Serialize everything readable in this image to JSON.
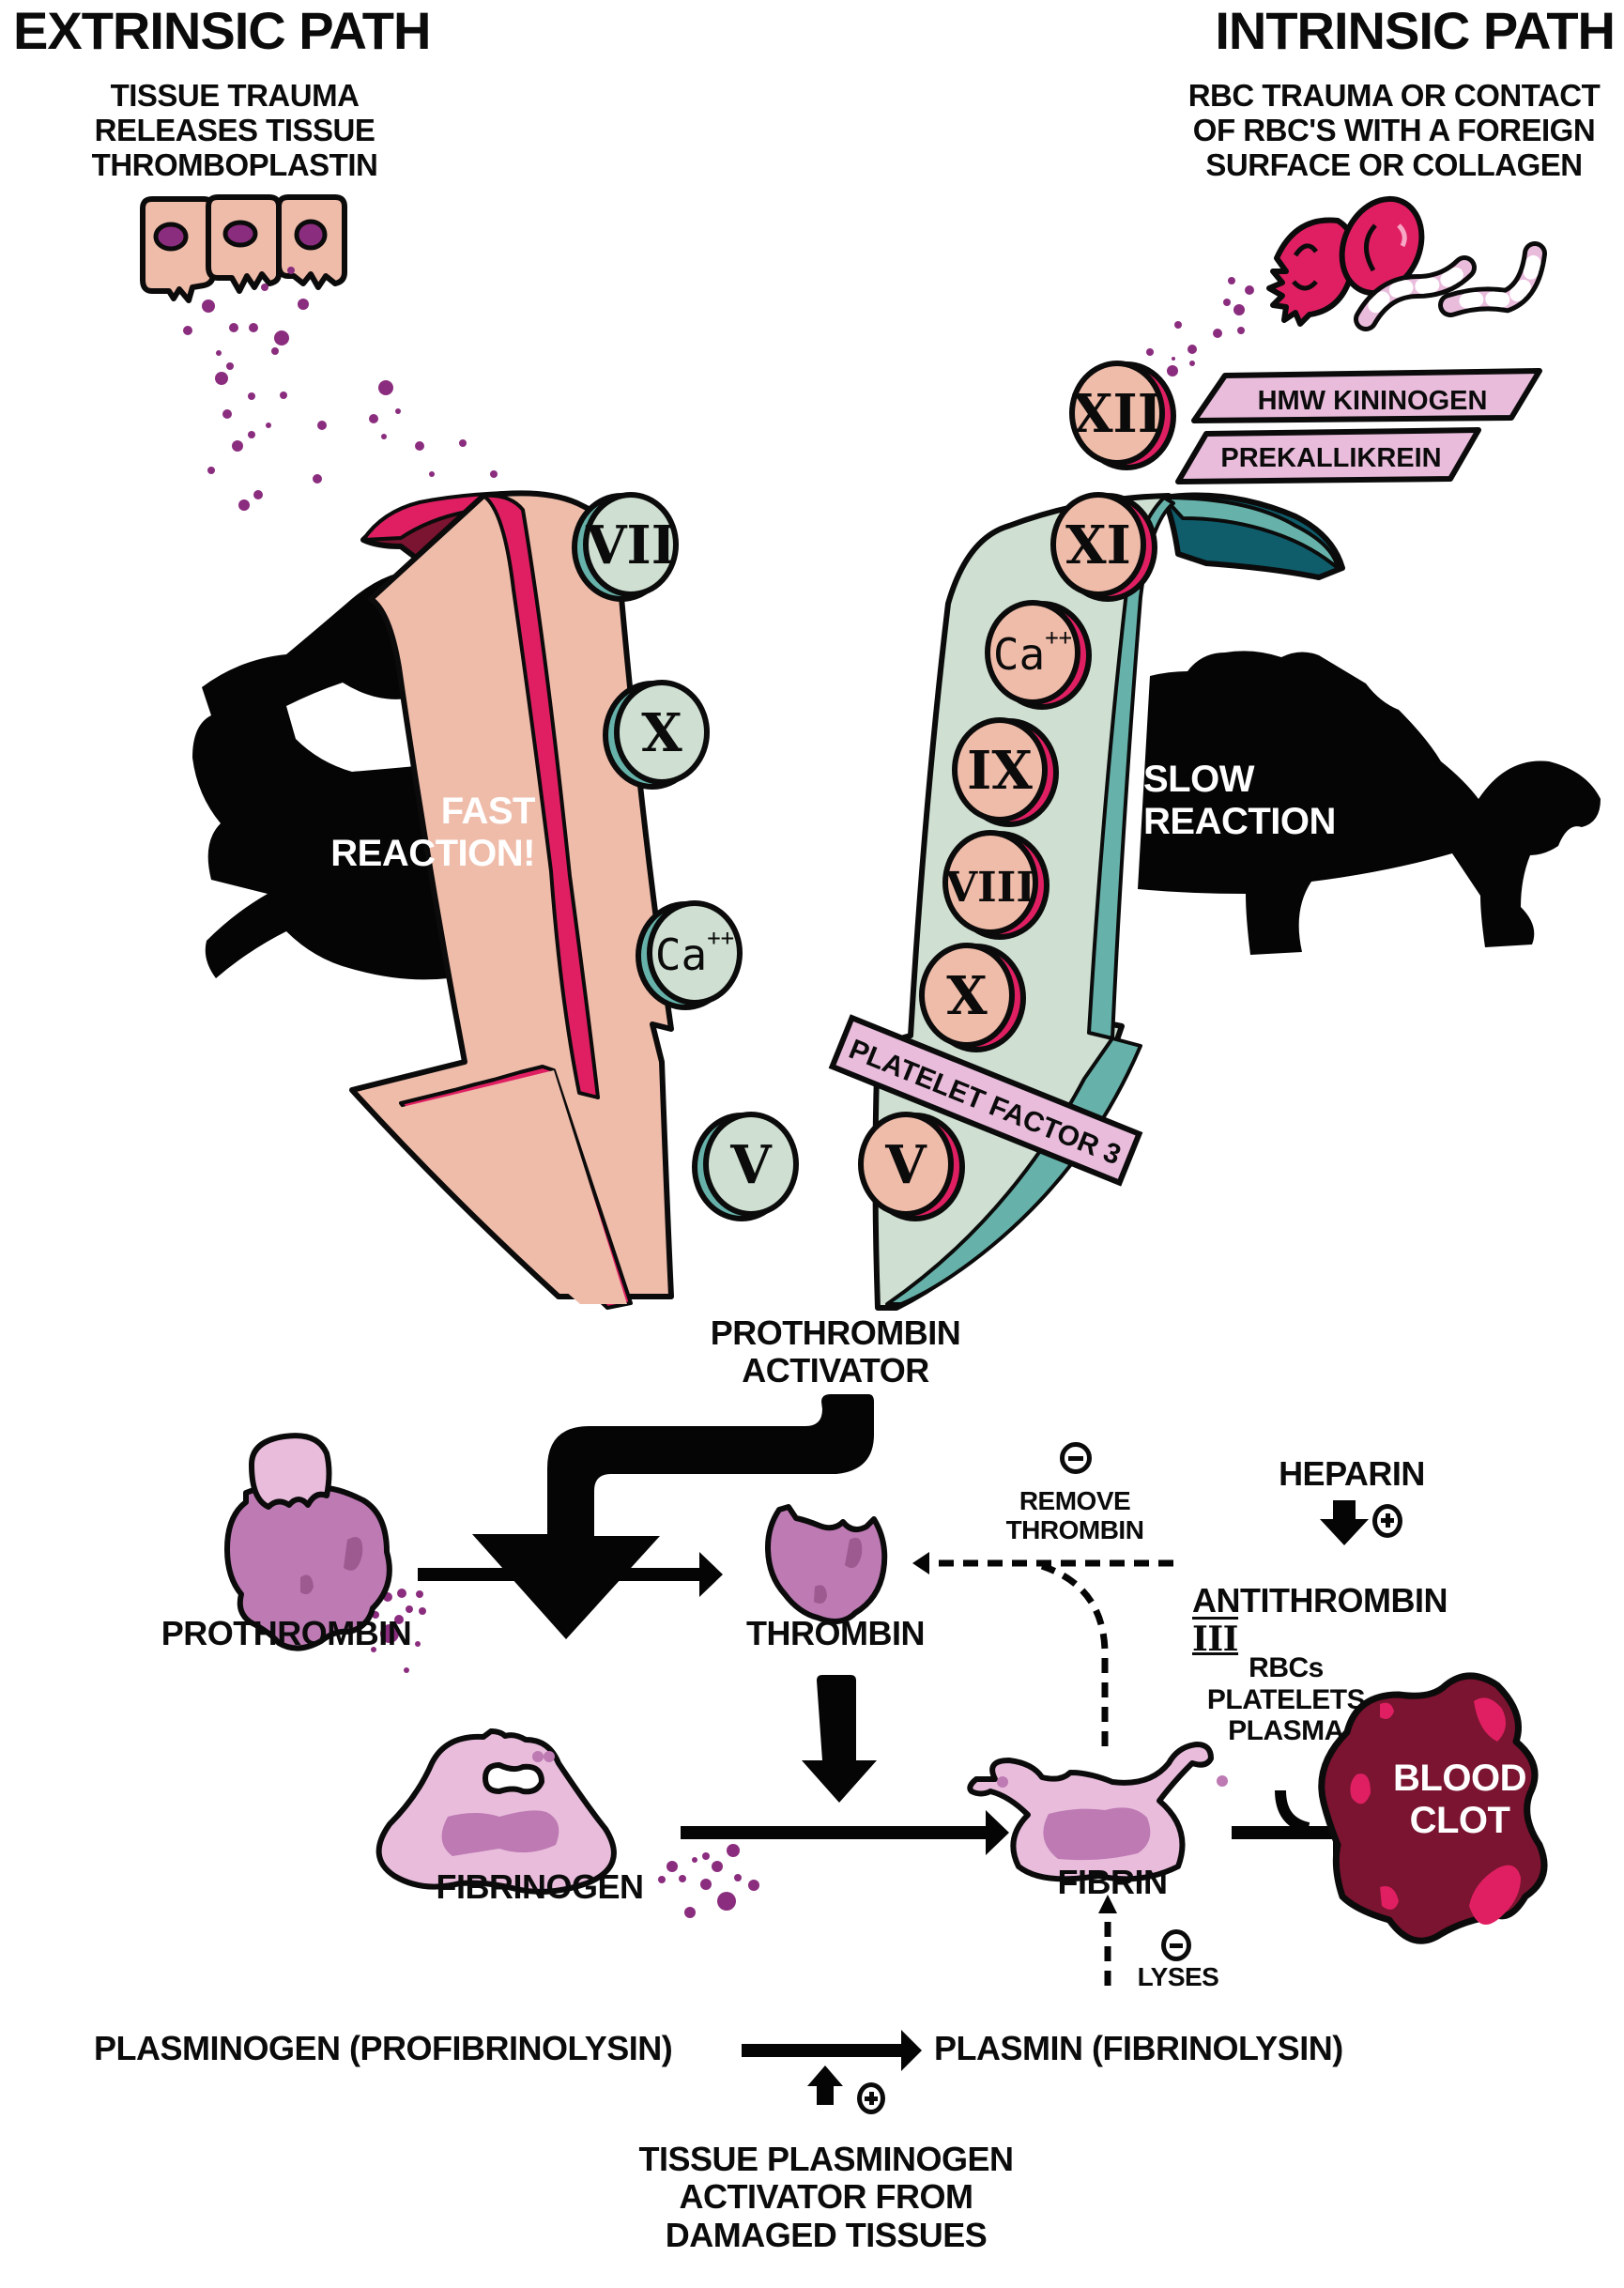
{
  "extrinsic": {
    "title": "EXTRINSIC PATH",
    "description": "TISSUE TRAUMA\nRELEASES TISSUE\nTHROMBOPLASTIN",
    "speed_label": "FAST\nREACTION!",
    "speed_animal": "rabbit",
    "factors": [
      "VII",
      "X",
      "Ca++",
      "V"
    ]
  },
  "intrinsic": {
    "title": "INTRINSIC PATH",
    "description": "RBC TRAUMA OR CONTACT\nOF RBC'S WITH A FOREIGN\nSURFACE OR COLLAGEN",
    "speed_label": "SLOW\nREACTION",
    "speed_animal": "turtle",
    "initiator_factor": "XII",
    "cofactor_tags": [
      "HMW KININOGEN",
      "PREKALLIKREIN"
    ],
    "factors": [
      "XI",
      "Ca++",
      "IX",
      "VIII",
      "X",
      "V"
    ],
    "platelet_tag": "PLATELET FACTOR 3"
  },
  "common": {
    "activator_label": "PROTHROMBIN\nACTIVATOR",
    "prothrombin_label": "PROTHROMBIN",
    "thrombin_label": "THROMBIN",
    "fibrinogen_label": "FIBRINOGEN",
    "fibrin_label": "FIBRIN",
    "clot_components": "RBCs\nPLATELETS\nPLASMA",
    "clot_label": "BLOOD\nCLOT"
  },
  "regulation": {
    "remove_sign": "−",
    "remove_label": "REMOVE\nTHROMBIN",
    "heparin_label": "HEPARIN",
    "heparin_sign": "+",
    "antithrombin_label": "ANTITHROMBIN",
    "antithrombin_numeral": "III"
  },
  "fibrinolysis": {
    "plasminogen_label": "PLASMINOGEN (PROFIBRINOLYSIN)",
    "plasmin_label": "PLASMIN (FIBRINOLYSIN)",
    "lyses_sign": "−",
    "lyses_label": "LYSES",
    "tpa_sign": "+",
    "tpa_label": "TISSUE PLASMINOGEN\nACTIVATOR FROM\nDAMAGED TISSUES"
  },
  "colors": {
    "outline": "#0b0b0b",
    "extrinsic_fill": "#f0bcaa",
    "extrinsic_edge": "#e01f62",
    "extrinsic_shadow": "#7a1430",
    "intrinsic_fill": "#cfe0d2",
    "intrinsic_edge": "#66b2aa",
    "intrinsic_shadow": "#0f5c6b",
    "factor_green": "#cfe0d2",
    "factor_peach": "#f0bcaa",
    "tag_pink": "#e9bcdc",
    "protein_purple": "#bd7ab3",
    "protein_dark": "#9c5a91",
    "protein_light": "#e9bcdc",
    "particle": "#8b2d7e",
    "clot_dark": "#7a1430",
    "clot_light": "#e01f62",
    "rbc": "#e01f62"
  }
}
